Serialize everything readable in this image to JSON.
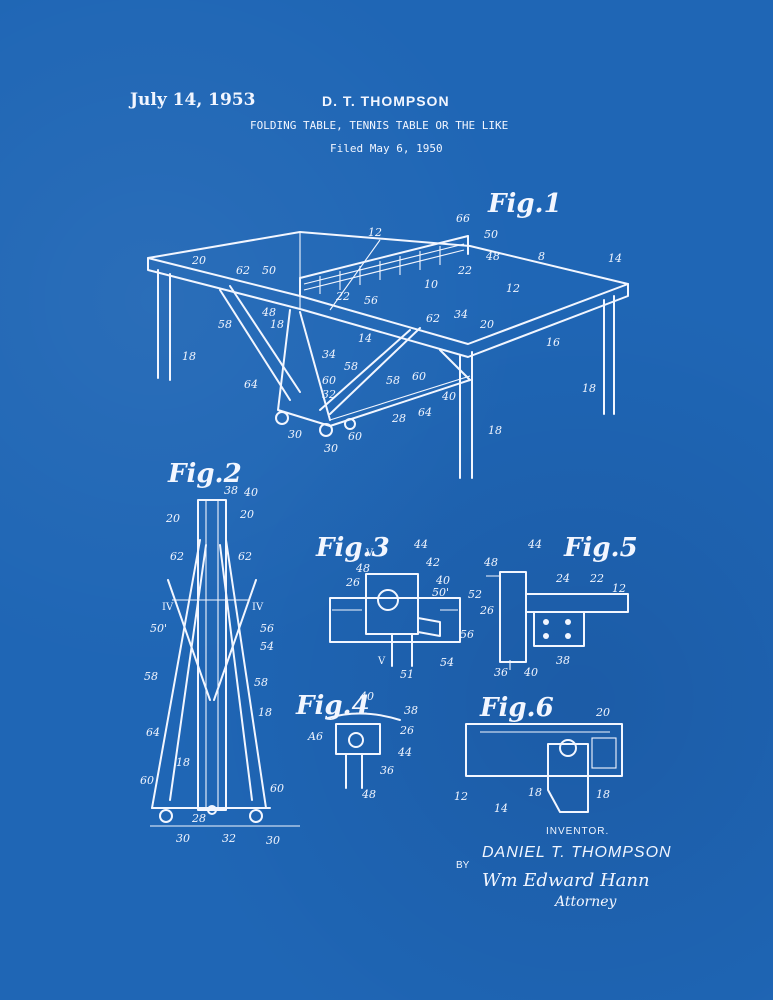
{
  "header": {
    "date": "July 14, 1953",
    "inventor": "D. T. THOMPSON",
    "title": "FOLDING TABLE, TENNIS TABLE OR THE LIKE",
    "filed": "Filed May 6, 1950"
  },
  "figures": {
    "fig1": "Fig.1",
    "fig2": "Fig.2",
    "fig3": "Fig.3",
    "fig4": "Fig.4",
    "fig5": "Fig.5",
    "fig6": "Fig.6"
  },
  "reference_numerals": {
    "fig1": [
      "66",
      "50",
      "12",
      "8",
      "14",
      "20",
      "62",
      "50",
      "22",
      "48",
      "10",
      "22",
      "56",
      "12",
      "48",
      "18",
      "62",
      "34",
      "20",
      "58",
      "14",
      "16",
      "18",
      "34",
      "58",
      "58",
      "60",
      "18",
      "64",
      "60",
      "32",
      "28",
      "64",
      "40",
      "30",
      "60",
      "30",
      "18"
    ],
    "fig2": [
      "38",
      "40",
      "20",
      "20",
      "62",
      "62",
      "IV",
      "IV",
      "50'",
      "56",
      "54",
      "58",
      "58",
      "18",
      "64",
      "18",
      "60",
      "60",
      "28",
      "30",
      "32",
      "30"
    ],
    "fig3": [
      "V",
      "44",
      "48",
      "42",
      "26",
      "40",
      "50'",
      "52",
      "56",
      "V",
      "51",
      "54"
    ],
    "fig4": [
      "40",
      "38",
      "26",
      "A6",
      "44",
      "36",
      "48"
    ],
    "fig5": [
      "48",
      "44",
      "24",
      "22",
      "12",
      "26",
      "36",
      "40",
      "38"
    ],
    "fig6": [
      "20",
      "12",
      "14",
      "18",
      "18"
    ]
  },
  "signature": {
    "label": "INVENTOR.",
    "inventor_full": "DANIEL T. THOMPSON",
    "by": "BY",
    "attorney_name": "Wm Edward Hann",
    "attorney_role": "Attorney"
  }
}
